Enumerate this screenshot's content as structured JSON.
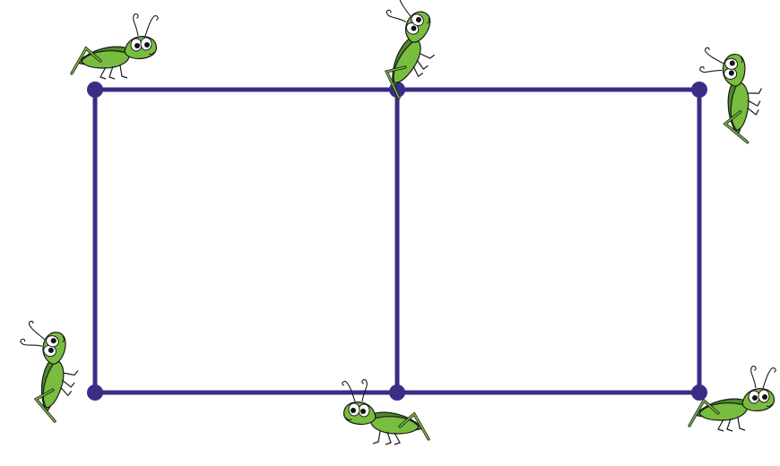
{
  "diagram": {
    "colors": {
      "frame": "#3b2d86",
      "node": "#3b2d86",
      "grasshopper_body": "#79bd3f",
      "grasshopper_dark": "#4d8a2a",
      "grasshopper_outline": "#1a1a1a",
      "eye_white": "#ffffff",
      "eye_pupil": "#111111"
    },
    "nodes": [
      {
        "id": "top-left"
      },
      {
        "id": "top-middle"
      },
      {
        "id": "top-right"
      },
      {
        "id": "bottom-left"
      },
      {
        "id": "bottom-middle"
      },
      {
        "id": "bottom-right"
      }
    ],
    "edges": [
      [
        "top-left",
        "top-middle"
      ],
      [
        "top-middle",
        "top-right"
      ],
      [
        "bottom-left",
        "bottom-middle"
      ],
      [
        "bottom-middle",
        "bottom-right"
      ],
      [
        "top-left",
        "bottom-left"
      ],
      [
        "top-middle",
        "bottom-middle"
      ],
      [
        "top-right",
        "bottom-right"
      ]
    ],
    "grasshoppers": [
      {
        "at": "top-left",
        "pose": "crouching",
        "icon": "grasshopper-icon"
      },
      {
        "at": "top-middle",
        "pose": "wings-raised",
        "icon": "grasshopper-icon"
      },
      {
        "at": "top-right",
        "pose": "climbing",
        "icon": "grasshopper-icon"
      },
      {
        "at": "bottom-left",
        "pose": "sitting",
        "icon": "grasshopper-icon"
      },
      {
        "at": "bottom-middle",
        "pose": "crouching",
        "icon": "grasshopper-icon"
      },
      {
        "at": "bottom-right",
        "pose": "crouching",
        "icon": "grasshopper-icon"
      }
    ]
  }
}
